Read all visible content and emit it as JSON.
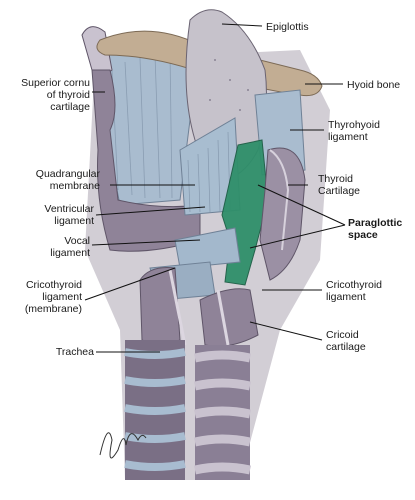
{
  "labels": {
    "epiglottis": "Epiglottis",
    "superior_cornu": [
      "Superior cornu",
      "of thyroid",
      "cartilage"
    ],
    "hyoid_bone": "Hyoid bone",
    "thyrohyoid_ligament": [
      "Thyrohyoid",
      "ligament"
    ],
    "quadrangular_membrane": [
      "Quadrangular",
      "membrane"
    ],
    "thyroid_cartilage": [
      "Thyroid",
      "Cartilage"
    ],
    "ventricular_ligament": [
      "Ventricular",
      "ligament"
    ],
    "paraglottic_space": [
      "Paraglottic",
      "space"
    ],
    "vocal_ligament": [
      "Vocal",
      "ligament"
    ],
    "cricothyroid_membrane": [
      "Cricothyroid",
      "ligament",
      "(membrane)"
    ],
    "cricothyroid_ligament": [
      "Cricothyroid",
      "ligament"
    ],
    "cricoid_cartilage": [
      "Cricoid",
      "cartilage"
    ],
    "trachea": "Trachea"
  },
  "colors": {
    "cartilage": "#8f8398",
    "cartilage_light": "#c9c2cf",
    "cartilage_dark": "#5f5568",
    "ligament": "#9fb3c8",
    "paraglottic": "#2f8f6a",
    "hyoid": "#bba58c"
  }
}
